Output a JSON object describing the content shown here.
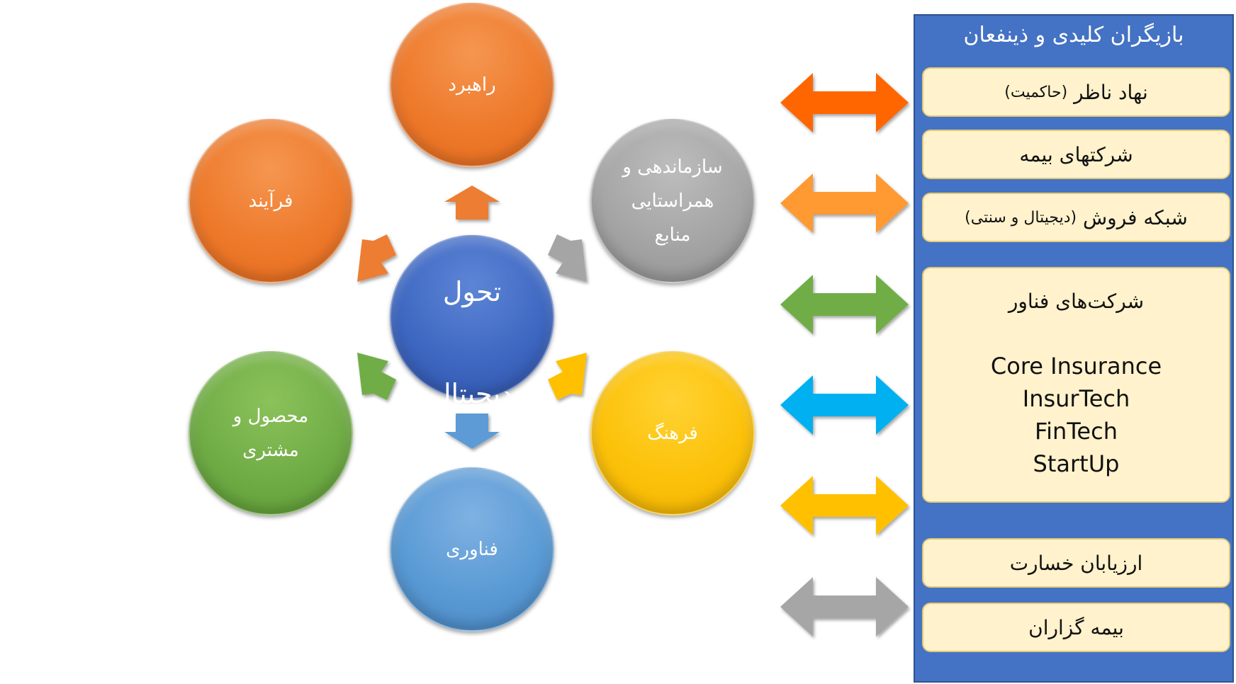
{
  "center": {
    "line1": "تحول",
    "line2": "دیجیتال",
    "color": "#4472c4"
  },
  "circles": {
    "strategy": {
      "label": "راهبرد",
      "color": "#ed7d31"
    },
    "process": {
      "label": "فرآیند",
      "color": "#ed7d31"
    },
    "organization": {
      "label": "سازماندهی و\nهمراستایی\nمنابع",
      "color": "#a5a5a5"
    },
    "culture": {
      "label": "فرهنگ",
      "color": "#ffc000"
    },
    "technology": {
      "label": "فناوری",
      "color": "#5b9bd5"
    },
    "product": {
      "label": "محصول و\nمشتری",
      "color": "#70ad47"
    }
  },
  "panel": {
    "title": "بازیگران کلیدی و ذینفعان",
    "items": {
      "regulator": {
        "main": "نهاد ناظر",
        "sub": "(حاکمیت)"
      },
      "insurers": {
        "main": "شرکتهای بیمه"
      },
      "sales": {
        "main": "شبکه فروش",
        "sub": "(دیجیتال و سنتی)"
      },
      "tech": {
        "title": "شرکت‌های فناور",
        "lines": [
          "Core Insurance",
          "InsurTech",
          "FinTech",
          "StartUp"
        ]
      },
      "adjusters": {
        "main": "ارزیابان خسارت"
      },
      "brokers": {
        "main": "بیمه گزاران"
      }
    }
  },
  "arrow_colors": [
    "#ff6600",
    "#ff9933",
    "#70ad47",
    "#00b0f0",
    "#ffc000",
    "#a6a6a6"
  ]
}
